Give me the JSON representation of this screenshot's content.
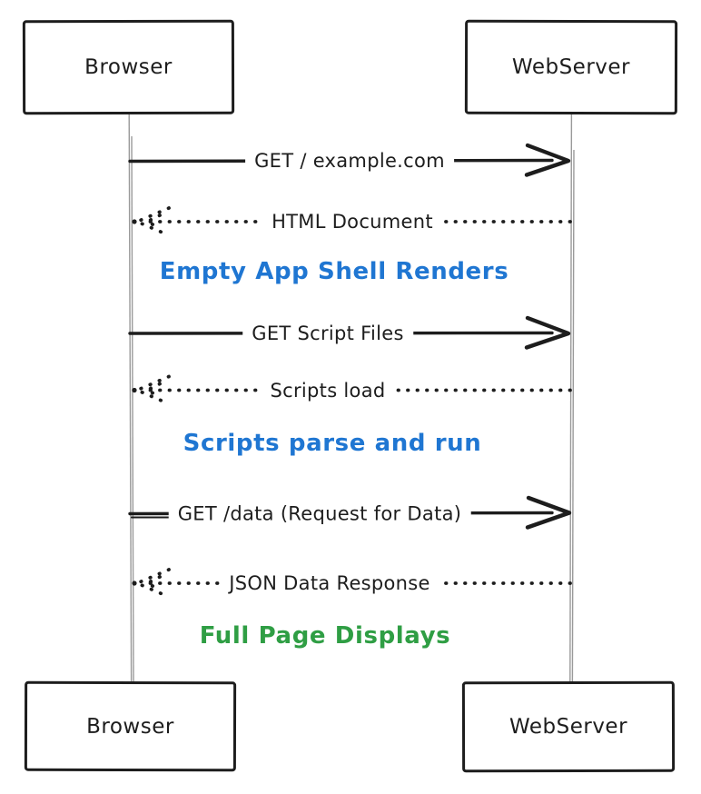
{
  "diagram_type": "sequence-diagram",
  "actors": {
    "left": "Browser",
    "right": "WebServer"
  },
  "messages": [
    {
      "label": "GET / example.com",
      "direction": "right",
      "line": "solid"
    },
    {
      "label": "HTML Document",
      "direction": "left",
      "line": "dotted"
    },
    {
      "label": "GET Script Files",
      "direction": "right",
      "line": "solid"
    },
    {
      "label": "Scripts load",
      "direction": "left",
      "line": "dotted"
    },
    {
      "label": "GET /data (Request for Data)",
      "direction": "right",
      "line": "solid"
    },
    {
      "label": "JSON Data Response",
      "direction": "left",
      "line": "dotted"
    }
  ],
  "notes": [
    {
      "text": "Empty App Shell Renders",
      "color": "#1f76d2"
    },
    {
      "text": "Scripts parse and run",
      "color": "#1f76d2"
    },
    {
      "text": "Full Page Displays",
      "color": "#2f9e44"
    }
  ],
  "colors": {
    "stroke": "#1d1d1d",
    "lifeline": "#9a9a9a",
    "background": "#ffffff",
    "note_blue": "#1f76d2",
    "note_green": "#2f9e44"
  }
}
